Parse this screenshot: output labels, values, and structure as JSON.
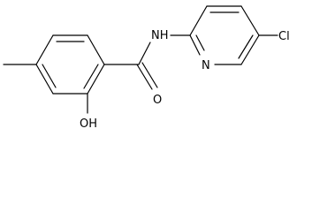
{
  "molecule": {
    "atom_labels": {
      "amide_nitrogen": "NH",
      "carbonyl_oxygen": "O",
      "hydroxyl": "OH",
      "pyridine_nitrogen": "N",
      "chlorine": "Cl"
    },
    "colors": {
      "bond": "#000000",
      "label": "#000000",
      "background": "#ffffff"
    }
  }
}
